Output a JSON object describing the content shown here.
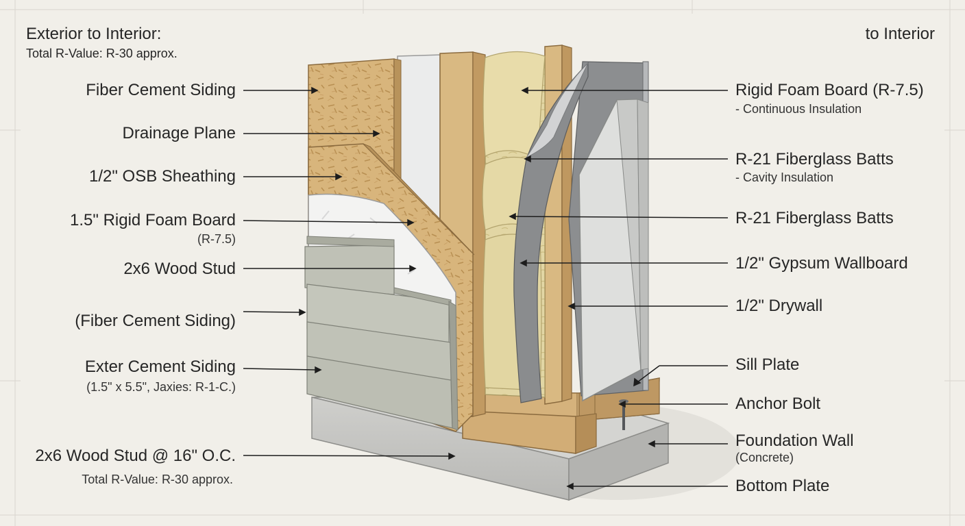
{
  "header": {
    "left_title": "Exterior to Interior:",
    "left_sub": "Total R-Value: R-30 approx.",
    "right_title": "to Interior"
  },
  "left_labels": [
    {
      "main": "Fiber Cement Siding",
      "sub": ""
    },
    {
      "main": "Drainage Plane",
      "sub": ""
    },
    {
      "main": "1/2\" OSB Sheathing",
      "sub": ""
    },
    {
      "main": "1.5\" Rigid Foam Board",
      "sub": "(R-7.5)"
    },
    {
      "main": "2x6 Wood Stud",
      "sub": ""
    },
    {
      "main": "(Fiber Cement Siding)",
      "sub": ""
    },
    {
      "main": "Exter Cement Siding",
      "sub": "(1.5\" x 5.5\", Jaxies: R-1-C.)"
    },
    {
      "main": "2x6 Wood Stud @ 16\" O.C.",
      "sub": "Total R-Value: R-30 approx."
    }
  ],
  "right_labels": [
    {
      "main": "Rigid Foam Board (R-7.5)",
      "sub": "- Continuous Insulation"
    },
    {
      "main": "R-21 Fiberglass Batts",
      "sub": "- Cavity Insulation"
    },
    {
      "main": "R-21 Fiberglass Batts",
      "sub": ""
    },
    {
      "main": "1/2\" Gypsum Wallboard",
      "sub": ""
    },
    {
      "main": "1/2\" Drywall",
      "sub": ""
    },
    {
      "main": "Sill Plate",
      "sub": ""
    },
    {
      "main": "Anchor Bolt",
      "sub": ""
    },
    {
      "main": "Foundation Wall",
      "sub": "(Concrete)"
    },
    {
      "main": "Bottom Plate",
      "sub": ""
    }
  ],
  "colors": {
    "background": "#f1efe9",
    "osb": "#d8b57c",
    "foam": "#ebecec",
    "stud": "#d9b982",
    "batt": "#e2d6a4",
    "membrane": "#8c8e90",
    "drywall": "#dedfdd",
    "siding": "#bfc1b6",
    "concrete": "#c4c4c1"
  }
}
